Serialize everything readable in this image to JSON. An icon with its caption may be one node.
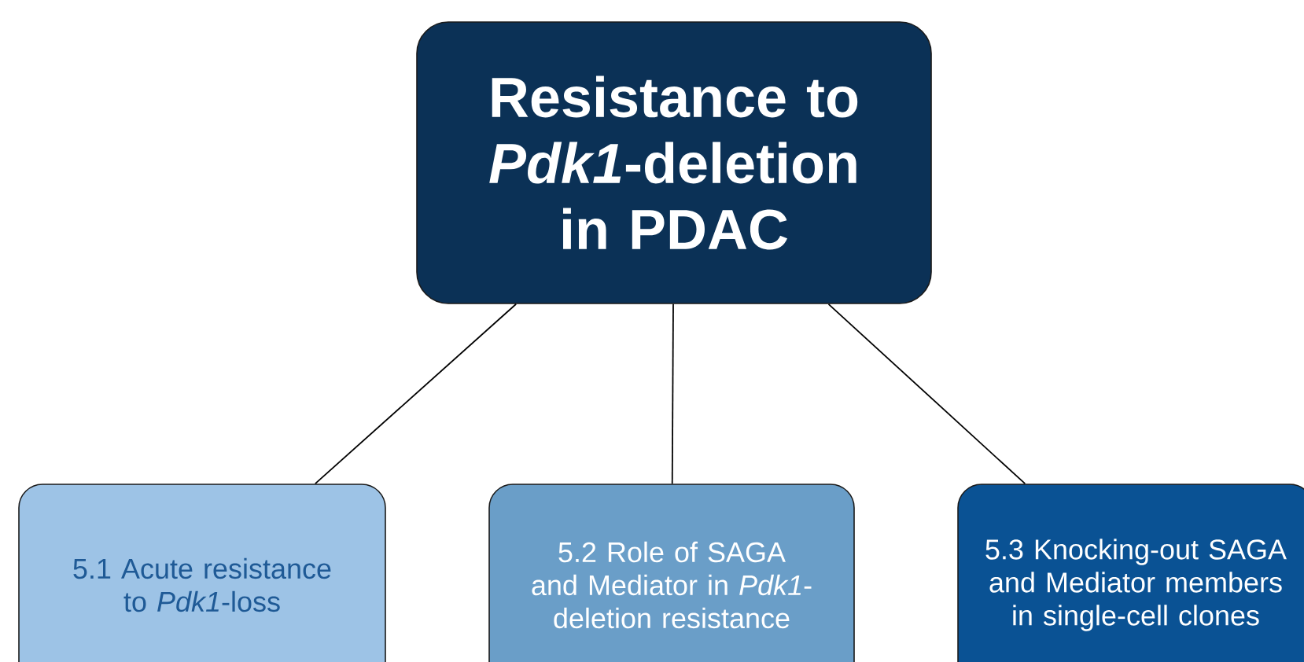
{
  "diagram": {
    "nodes": [
      {
        "text": [
          "Resistance to *Pdk1*-deletion in PDAC"
        ]
      },
      {
        "text": [
          "5.1 Acute resistance to *Pdk1*-loss"
        ]
      },
      {
        "text": [
          "5.2 Role of SAGA and Mediator in *Pdk1*-deletion resistance"
        ]
      },
      {
        "text": [
          "5.3 Knocking-out SAGA and Mediator members in single-cell clones"
        ]
      }
    ],
    "edges": [
      {
        "from": 0,
        "to": 1,
        "arrow": "none"
      },
      {
        "from": 0,
        "to": 2,
        "arrow": "none"
      },
      {
        "from": 0,
        "to": 3,
        "arrow": "none"
      }
    ]
  }
}
